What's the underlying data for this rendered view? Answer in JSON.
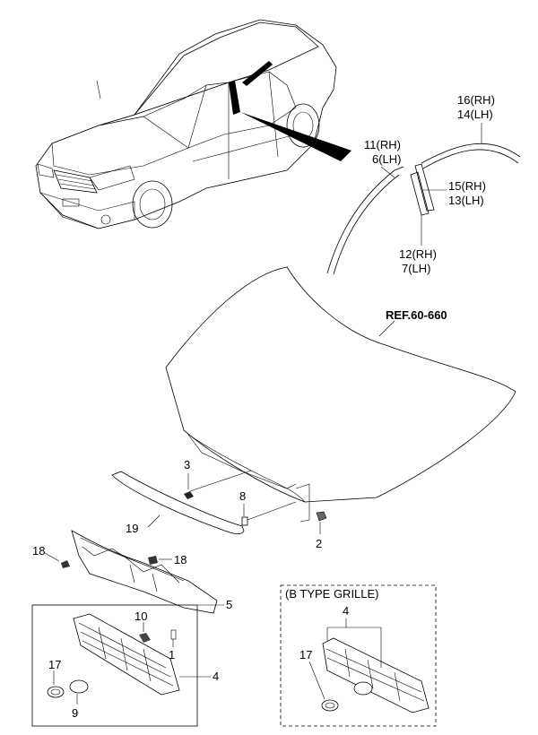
{
  "callouts": {
    "c16": "16(RH)",
    "c14": "14(LH)",
    "c11": "11(RH)",
    "c6": "6(LH)",
    "c15": "15(RH)",
    "c13": "13(LH)",
    "c12": "12(RH)",
    "c7": "7(LH)",
    "ref": "REF.60-660",
    "c3": "3",
    "c8": "8",
    "c19": "19",
    "c2": "2",
    "c18a": "18",
    "c18b": "18",
    "c5": "5",
    "c10": "10",
    "c1": "1",
    "c17a": "17",
    "c4a": "4",
    "c9": "9",
    "btype": "(B TYPE GRILLE)",
    "c4b": "4",
    "c17b": "17"
  }
}
